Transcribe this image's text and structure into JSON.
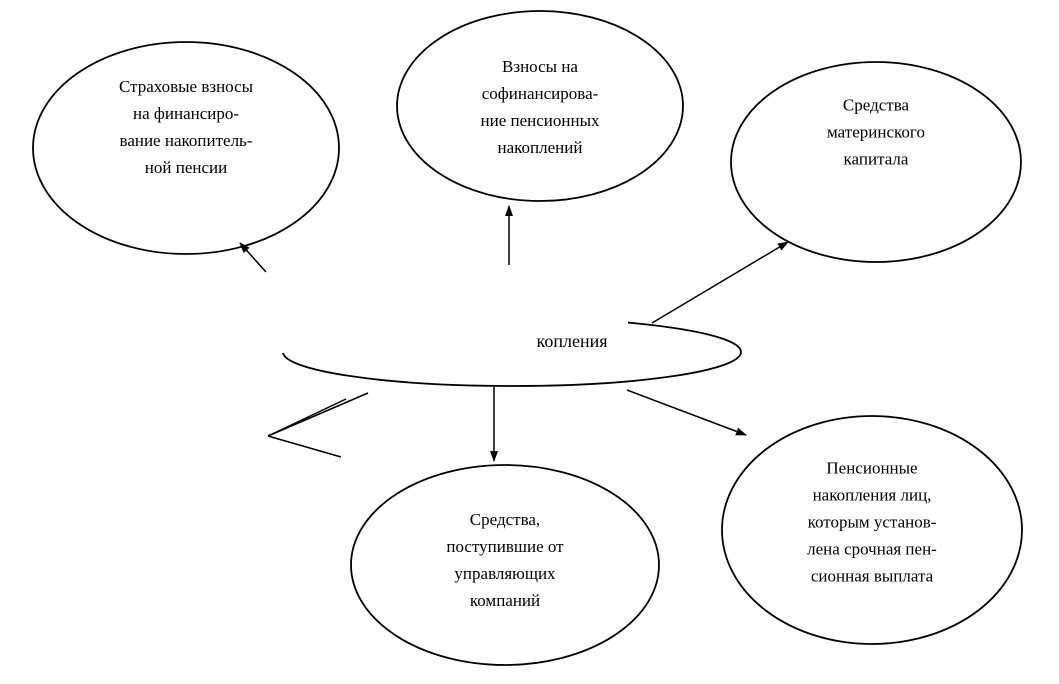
{
  "diagram": {
    "type": "concept-diagram",
    "language": "ru",
    "colors": {
      "stroke": "#000000",
      "fill": "#ffffff",
      "background": "#ffffff"
    },
    "center": {
      "visible_label_fragment": "копления"
    },
    "nodes": [
      {
        "id": "insurance-contributions",
        "label": "Страховые взносы\nна финансиро-\nвание накопитель-\nной пенсии"
      },
      {
        "id": "cofinancing-contributions",
        "label": "Взносы на\nсофинансирова-\nние пенсионных\nнакоплений"
      },
      {
        "id": "maternity-capital",
        "label": "Средства\nматеринского\nкапитала"
      },
      {
        "id": "management-companies-funds",
        "label": "Средства,\nпоступившие от\nуправляющих\nкомпаний"
      },
      {
        "id": "fixed-term-pension-payment",
        "label": "Пенсионные\nнакопления лиц,\nкоторым установ-\nлена срочная пен-\nсионная выплата"
      }
    ],
    "edges": [
      {
        "from": "center",
        "to": "insurance-contributions"
      },
      {
        "from": "center",
        "to": "cofinancing-contributions"
      },
      {
        "from": "center",
        "to": "maternity-capital"
      },
      {
        "from": "center",
        "to": "management-companies-funds"
      },
      {
        "from": "center",
        "to": "fixed-term-pension-payment"
      },
      {
        "from": "center",
        "to": "offscreen-bottom-left"
      }
    ]
  }
}
